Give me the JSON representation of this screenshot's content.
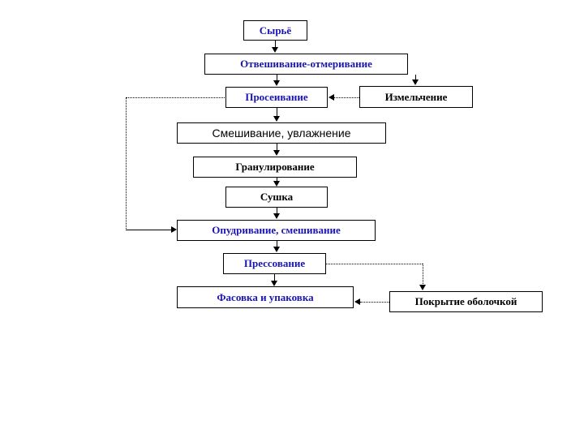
{
  "diagram": {
    "title_text": "",
    "colors": {
      "text_blue": "#1a14b4",
      "text_black": "#000000",
      "box_border": "#000000",
      "box_fill": "#ffffff",
      "page_background": "#ffffff"
    },
    "nodes": [
      {
        "id": "syre",
        "label": "Сырьё",
        "style": "blue-serif"
      },
      {
        "id": "otveshivanie",
        "label": "Отвешивание-отмеривание",
        "style": "blue-serif"
      },
      {
        "id": "proseivanie",
        "label": "Просеивание",
        "style": "blue-serif"
      },
      {
        "id": "izmelchenie",
        "label": "Измельчение",
        "style": "black-serif"
      },
      {
        "id": "smeshivanie",
        "label": "Смешивание, увлажнение",
        "style": "black-sans"
      },
      {
        "id": "granulirovanie",
        "label": "Гранулирование",
        "style": "black-serif"
      },
      {
        "id": "sushka",
        "label": "Сушка",
        "style": "black-serif"
      },
      {
        "id": "opudrivanie",
        "label": "Опудривание, смешивание",
        "style": "blue-serif"
      },
      {
        "id": "pressovanie",
        "label": "Прессование",
        "style": "blue-serif"
      },
      {
        "id": "fasovka",
        "label": "Фасовка и упаковка",
        "style": "blue-serif"
      },
      {
        "id": "pokrytie",
        "label": "Покрытие оболочкой",
        "style": "black-serif"
      }
    ],
    "edges": [
      {
        "from": "syre",
        "to": "otveshivanie",
        "line": "solid",
        "arrow": "down"
      },
      {
        "from": "otveshivanie",
        "to": "proseivanie",
        "line": "solid",
        "arrow": "down"
      },
      {
        "from": "otveshivanie",
        "to": "izmelchenie",
        "line": "solid",
        "arrow": "down"
      },
      {
        "from": "izmelchenie",
        "to": "proseivanie",
        "line": "dotted",
        "arrow": "left"
      },
      {
        "from": "proseivanie",
        "to": "smeshivanie",
        "line": "solid",
        "arrow": "down"
      },
      {
        "from": "smeshivanie",
        "to": "granulirovanie",
        "line": "solid",
        "arrow": "down"
      },
      {
        "from": "granulirovanie",
        "to": "sushka",
        "line": "solid",
        "arrow": "down"
      },
      {
        "from": "sushka",
        "to": "opudrivanie",
        "line": "solid",
        "arrow": "down"
      },
      {
        "from": "proseivanie",
        "to": "opudrivanie",
        "line": "dotted",
        "arrow": "right"
      },
      {
        "from": "opudrivanie",
        "to": "pressovanie",
        "line": "solid",
        "arrow": "down"
      },
      {
        "from": "pressovanie",
        "to": "fasovka",
        "line": "solid",
        "arrow": "down"
      },
      {
        "from": "pressovanie",
        "to": "pokrytie",
        "line": "dotted",
        "arrow": "down"
      },
      {
        "from": "pokrytie",
        "to": "fasovka",
        "line": "dotted",
        "arrow": "left"
      }
    ]
  }
}
